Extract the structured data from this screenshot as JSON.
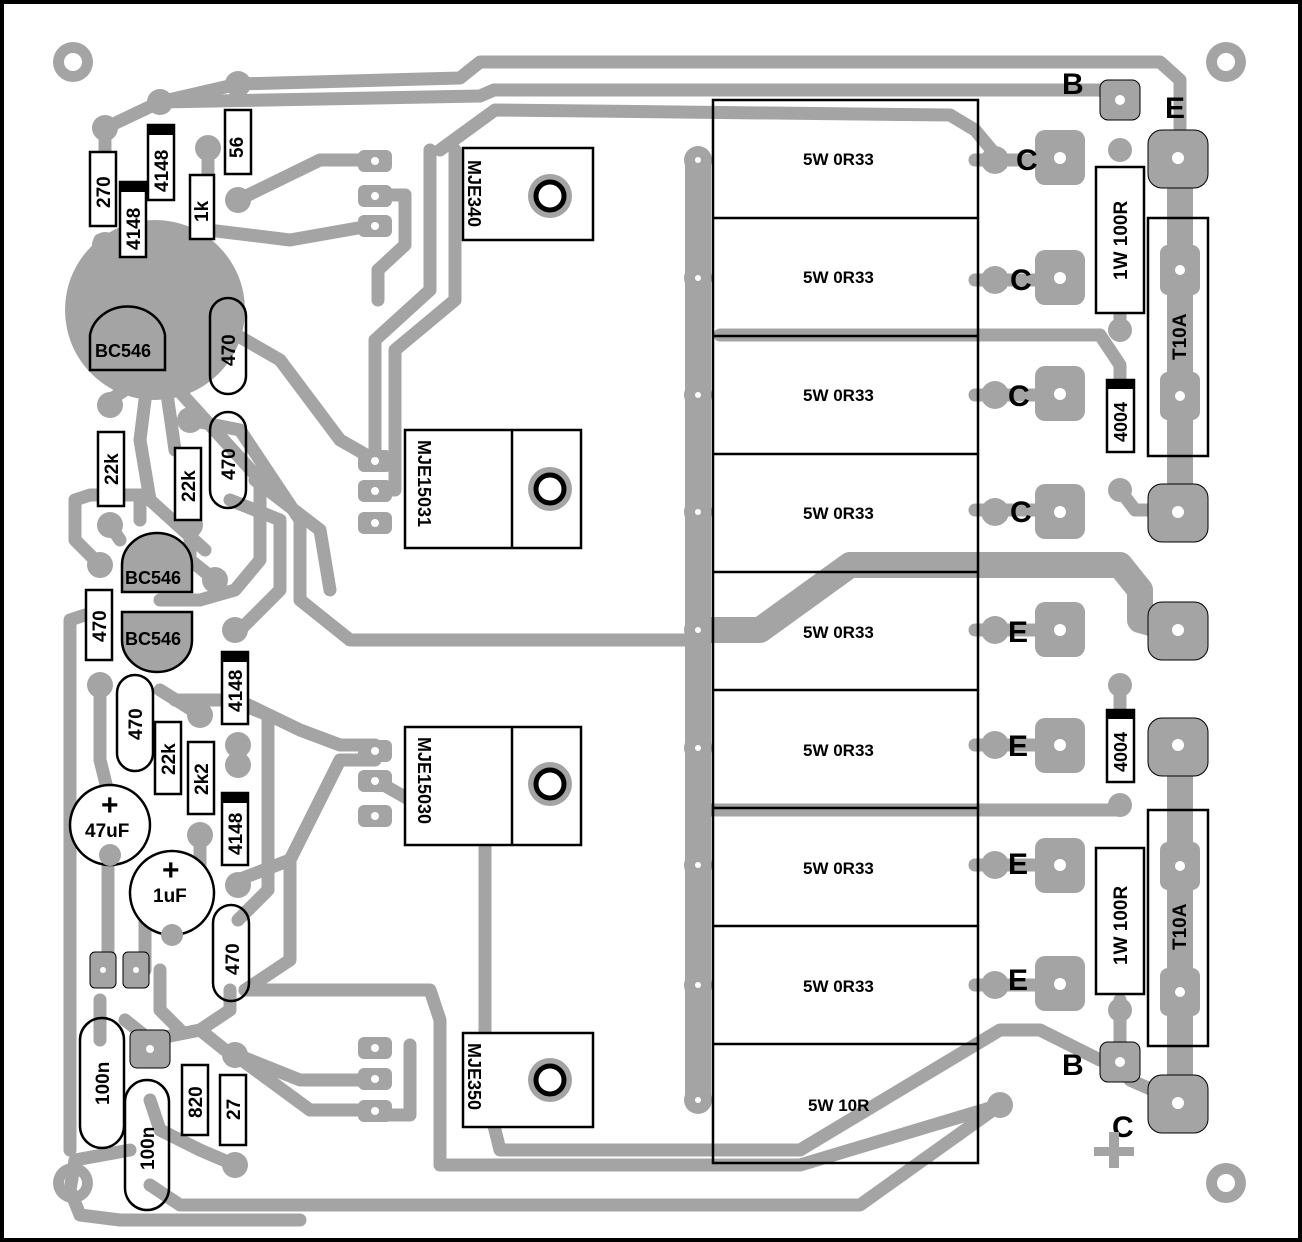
{
  "board": {
    "ic_q1": "BC546",
    "q2": "BC546",
    "q3": "BC546",
    "d1": "4148",
    "d2": "4148",
    "d3": "4148",
    "d4": "4148",
    "r_270": "270",
    "r_56": "56",
    "r_1k": "1k",
    "r_470a": "470",
    "r_470b": "470",
    "r_470c": "470",
    "r_470d": "470",
    "r_470e": "470",
    "r_22k_a": "22k",
    "r_22k_b": "22k",
    "r_22k_c": "22k",
    "r_2k2": "2k2",
    "r_820": "820",
    "r_27": "27",
    "c_47uf": "47uF",
    "c_1uf": "1uF",
    "c_100n_a": "100n",
    "c_100n_b": "100n",
    "plus": "+",
    "t_mje340": "MJE340",
    "t_mje15031": "MJE15031",
    "t_mje15030": "MJE15030",
    "t_mje350": "MJE350",
    "res_stack": [
      "5W 0R33",
      "5W 0R33",
      "5W 0R33",
      "5W 0R33",
      "5W 0R33",
      "5W 0R33",
      "5W 0R33",
      "5W 0R33",
      "5W 10R"
    ],
    "pad_letters_right": [
      "C",
      "C",
      "C",
      "C",
      "E",
      "E",
      "E",
      "E"
    ],
    "b_top": "B",
    "e_top": "E",
    "b_bottom": "B",
    "c_bottom": "C",
    "r_1w_top": "1W 100R",
    "r_1w_bottom": "1W 100R",
    "fuse_top": "T10A",
    "fuse_bottom": "T10A",
    "d_4004_top": "4004",
    "d_4004_bottom": "4004",
    "supply_plus": "+"
  }
}
